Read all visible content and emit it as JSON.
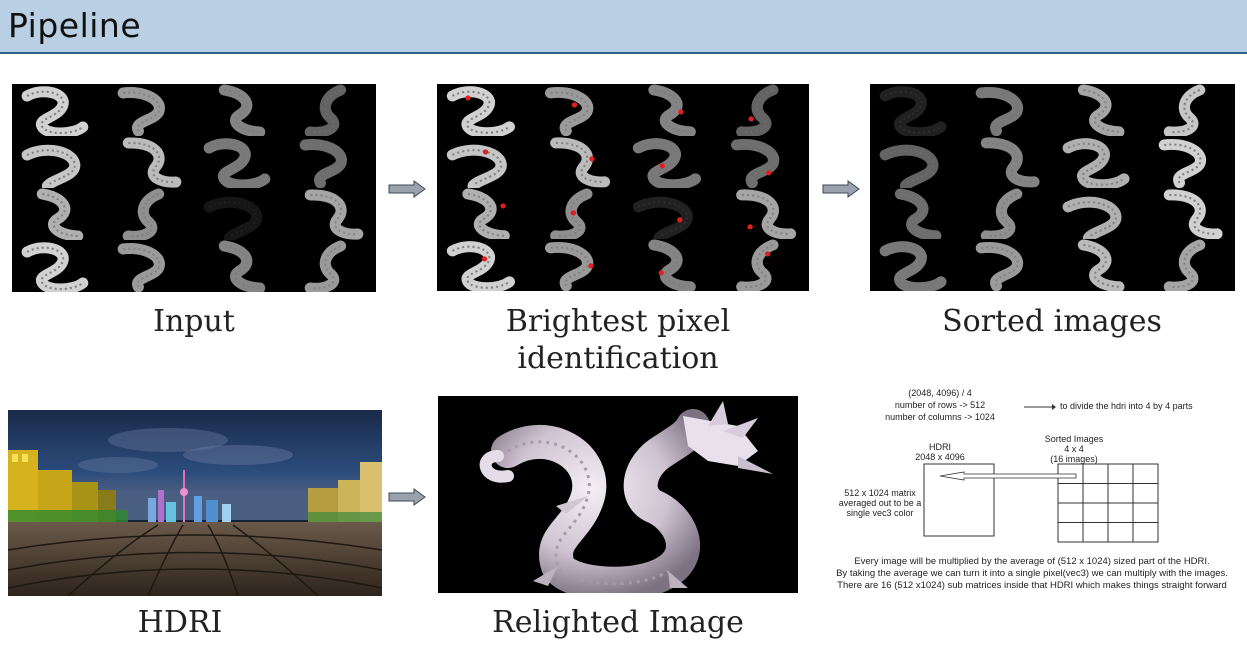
{
  "header": {
    "title": "Pipeline"
  },
  "captions": {
    "input": "Input",
    "brightest_line1": "Brightest pixel",
    "brightest_line2": "identification",
    "sorted": "Sorted images",
    "hdri": "HDRI",
    "relighted": "Relighted Image"
  },
  "diagram": {
    "line1": "(2048, 4096) / 4",
    "line2": "number of rows -> 512",
    "line3": "number of columns -> 1024",
    "divide_note": "to divide the hdri into 4 by 4 parts",
    "hdri_label_1": "HDRI",
    "hdri_label_2": "2048 x 4096",
    "sorted_label_1": "Sorted Images",
    "sorted_label_2": "4 x 4",
    "sorted_label_3": "(16 images)",
    "matrix_note_1": "512 x 1024 matrix",
    "matrix_note_2": "averaged out to be a",
    "matrix_note_3": "single vec3 color",
    "footer_1": "Every image will be multiplied by the average of (512 x 1024) sized part of the HDRI.",
    "footer_2": "By taking the average we can turn it into a single pixel(vec3) we can multiply with the images.",
    "footer_3": "There are 16 (512 x1024)  sub matrices inside that HDRI which makes things straight forward"
  },
  "colors": {
    "header_bg": "#b9cfe4",
    "header_rule": "#2f5f8f",
    "arrow_fill": "#9aa3ad",
    "marker_red": "#e02020"
  }
}
